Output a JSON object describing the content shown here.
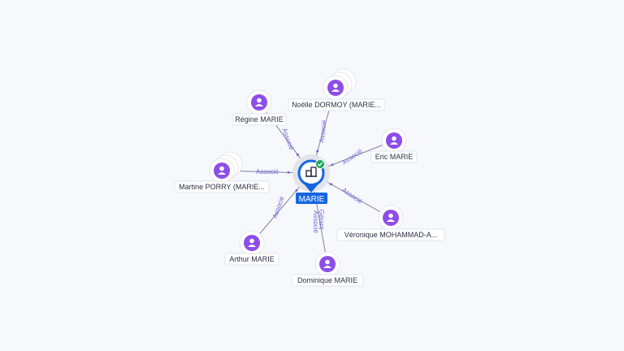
{
  "center": {
    "label": "MARIE",
    "icon": "company-building-icon",
    "badge_icon": "verified-check-icon",
    "color": "#1565e0"
  },
  "nodes": [
    {
      "id": "regine",
      "label": "Régine MARIE",
      "icon": "person-icon",
      "stacked": false
    },
    {
      "id": "noelle",
      "label": "Noëlle DORMOY (MARIE...",
      "icon": "person-icon",
      "stacked": true
    },
    {
      "id": "eric",
      "label": "Eric MARIE",
      "icon": "person-icon",
      "stacked": false
    },
    {
      "id": "martine",
      "label": "Martine PORRY (MARIE...",
      "icon": "person-icon",
      "stacked": true
    },
    {
      "id": "veronique",
      "label": "Véronique MOHAMMAD-A...",
      "icon": "person-icon",
      "stacked": false
    },
    {
      "id": "arthur",
      "label": "Arthur MARIE",
      "icon": "person-icon",
      "stacked": false
    },
    {
      "id": "dominique",
      "label": "Dominique MARIE",
      "icon": "person-icon",
      "stacked": false
    }
  ],
  "edges": [
    {
      "to": "regine",
      "labels": [
        "Associé"
      ]
    },
    {
      "to": "noelle",
      "labels": [
        "Associé"
      ]
    },
    {
      "to": "eric",
      "labels": [
        "Associé"
      ]
    },
    {
      "to": "martine",
      "labels": [
        "Associé"
      ]
    },
    {
      "to": "veronique",
      "labels": [
        "Associé"
      ]
    },
    {
      "to": "arthur",
      "labels": [
        "Associé"
      ]
    },
    {
      "to": "dominique",
      "labels": [
        "Gérant",
        "Associé"
      ]
    }
  ],
  "colors": {
    "person_node": "#8e4de8",
    "edge_label": "#6e66d8",
    "center": "#1565e0",
    "verified": "#1aa259"
  }
}
